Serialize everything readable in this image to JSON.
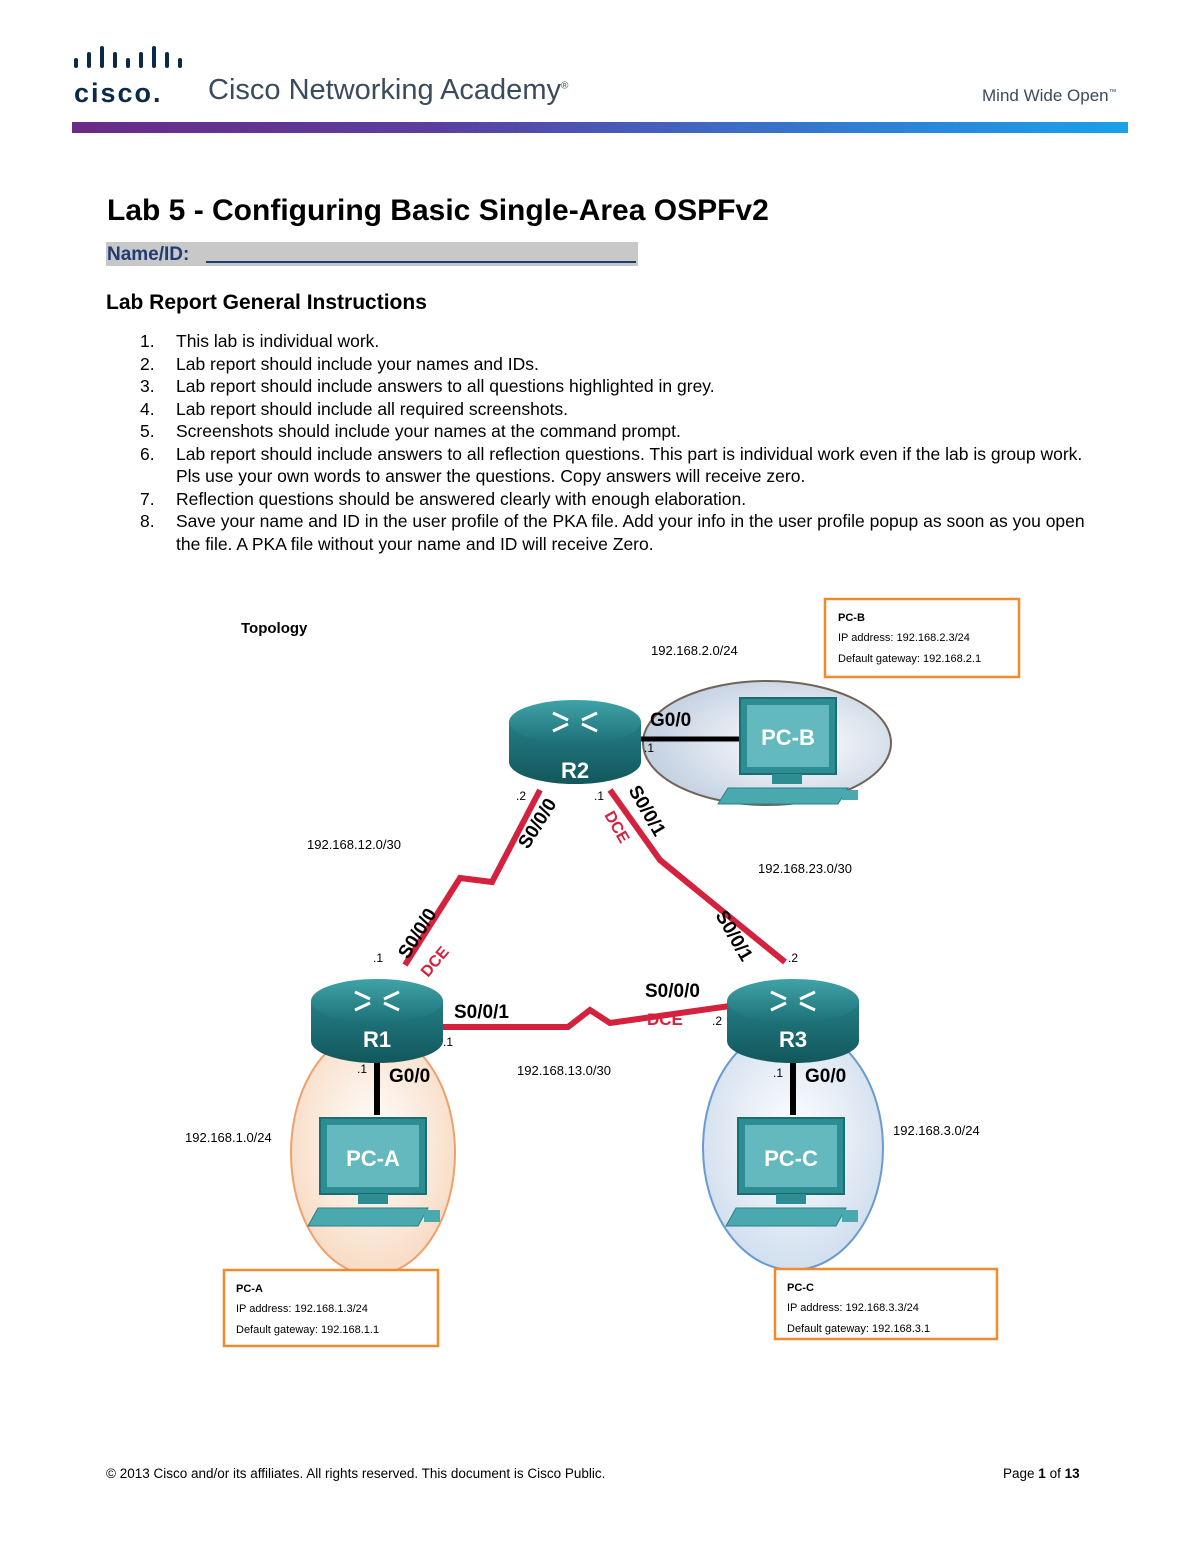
{
  "header": {
    "logo_text": "cisco.",
    "academy": "Cisco Networking Academy",
    "academy_tm": "®",
    "tagline": "Mind Wide Open",
    "tagline_tm": "™",
    "brand_color": "#0b2a4a",
    "rule_colors": [
      "#6a2a86",
      "#2f7fd4",
      "#1aa1e8"
    ]
  },
  "document": {
    "title": "Lab 5 - Configuring Basic Single-Area OSPFv2",
    "name_label": "Name/ID:",
    "section_heading": "Lab Report General Instructions",
    "instructions": [
      {
        "num": "1.",
        "text": "This lab is individual work."
      },
      {
        "num": "2.",
        "text": "Lab report should include your names and IDs."
      },
      {
        "num": "3.",
        "text": "Lab report should include answers to all questions highlighted in grey."
      },
      {
        "num": "4.",
        "text": "Lab report should include all required screenshots."
      },
      {
        "num": "5.",
        "text": "Screenshots should include your names at the command prompt."
      },
      {
        "num": "6.",
        "text": "Lab report should include answers to all reflection questions. This part is individual work even if the lab is group work. Pls use your own words to answer the questions. Copy answers will receive zero."
      },
      {
        "num": "7.",
        "text": "Reflection questions should be answered clearly with enough elaboration."
      },
      {
        "num": "8.",
        "text": "Save your name and ID in the user profile of the PKA file. Add your info in the user profile popup as soon as you open the file. A PKA file without your name and ID will receive Zero."
      }
    ]
  },
  "topology": {
    "heading": "Topology",
    "routers": {
      "r1": "R1",
      "r2": "R2",
      "r3": "R3"
    },
    "pcs": {
      "pca": "PC-A",
      "pcb": "PC-B",
      "pcc": "PC-C"
    },
    "networks": {
      "lan_b": "192.168.2.0/24",
      "wan_12": "192.168.12.0/30",
      "wan_23": "192.168.23.0/30",
      "wan_13": "192.168.13.0/30",
      "lan_a": "192.168.1.0/24",
      "lan_c": "192.168.3.0/24"
    },
    "interfaces": {
      "g00": "G0/0",
      "s000": "S0/0/0",
      "s001": "S0/0/1",
      "dce": "DCE"
    },
    "host_ids": {
      "h1": ".1",
      "h2": ".2"
    },
    "info_boxes": {
      "pcb": {
        "name": "PC-B",
        "ip": "IP address: 192.168.2.3/24",
        "gw": "Default gateway: 192.168.2.1"
      },
      "pca": {
        "name": "PC-A",
        "ip": "IP address: 192.168.1.3/24",
        "gw": "Default gateway: 192.168.1.1"
      },
      "pcc": {
        "name": "PC-C",
        "ip": "IP address: 192.168.3.3/24",
        "gw": "Default gateway: 192.168.3.1"
      }
    },
    "colors": {
      "serial_link": "#d4213d",
      "router": "#1f7f86",
      "pc": "#3aa3a8",
      "info_border": "#f08a2a",
      "dce": "#d4213d"
    }
  },
  "footer": {
    "copyright": "© 2013 Cisco and/or its affiliates. All rights reserved. This document is Cisco Public.",
    "page_label": "Page",
    "page": "1",
    "of_label": "of",
    "total": "13"
  }
}
